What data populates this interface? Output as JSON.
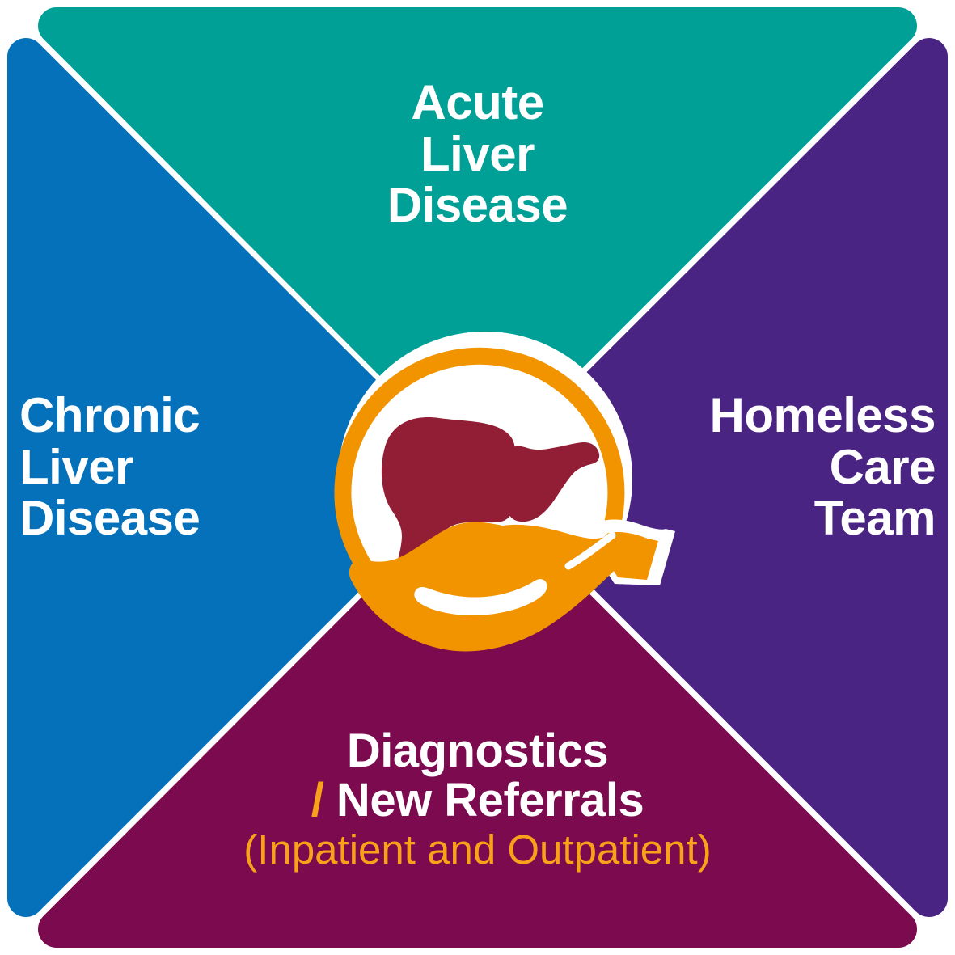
{
  "diagram": {
    "type": "four-quadrant-triangle-wheel",
    "center_icon": {
      "name": "liver-in-hand-icon",
      "parts": [
        "orange-ring",
        "liver-shape",
        "cupped-hand",
        "sleeve-cuff"
      ],
      "colors": {
        "ring": "#F29400",
        "liver": "#911E35",
        "hand": "#F29400",
        "circle_fill": "#FFFFFF"
      }
    },
    "segments": [
      {
        "id": "top",
        "position": "top",
        "color": "#00A096",
        "align": "center",
        "lines": [
          "Acute",
          "Liver",
          "Disease"
        ],
        "text": "Acute Liver Disease"
      },
      {
        "id": "left",
        "position": "left",
        "color": "#0571BB",
        "align": "left",
        "lines": [
          "Chronic",
          "Liver",
          "Disease"
        ],
        "text": "Chronic Liver Disease"
      },
      {
        "id": "right",
        "position": "right",
        "color": "#4A2482",
        "align": "right",
        "lines": [
          "Homeless",
          "Care",
          "Team"
        ],
        "text": "Homeless Care Team"
      },
      {
        "id": "bottom",
        "position": "bottom",
        "color": "#7B0A4E",
        "align": "center",
        "lines": [
          "Diagnostics",
          "/ New Referrals"
        ],
        "text": "Diagnostics / New Referrals",
        "subtitle": "(Inpatient and Outpatient)",
        "subtitle_color": "#F9A11B",
        "slash_color": "#F9A11B"
      }
    ],
    "labels": {
      "top_l1": "Acute",
      "top_l2": "Liver",
      "top_l3": "Disease",
      "left_l1": "Chronic",
      "left_l2": "Liver",
      "left_l3": "Disease",
      "right_l1": "Homeless",
      "right_l2": "Care",
      "right_l3": "Team",
      "bottom_l1": "Diagnostics",
      "bottom_slash": "/",
      "bottom_l2": " New Referrals",
      "bottom_sub": "(Inpatient and Outpatient)"
    }
  }
}
